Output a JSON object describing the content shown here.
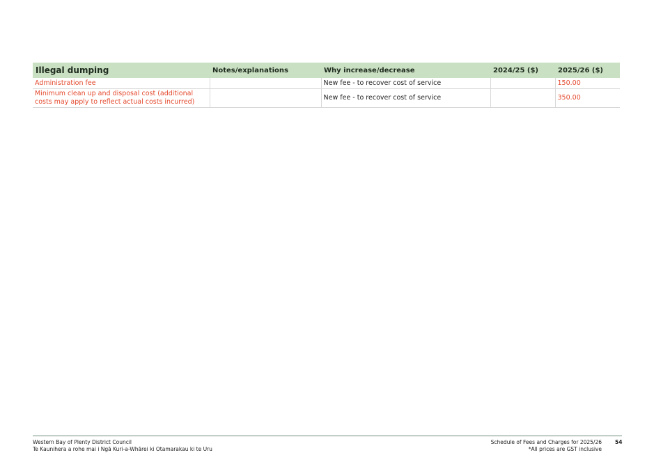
{
  "table": {
    "headers": [
      "Illegal dumping",
      "Notes/explanations",
      "Why increase/decrease",
      "2024/25 ($)",
      "2025/26 ($)"
    ],
    "rows": [
      {
        "item": "Administration fee",
        "notes": "",
        "why": "New fee - to recover cost of service",
        "fee_2024_25": "",
        "fee_2025_26": "150.00"
      },
      {
        "item": "Minimum clean up and disposal cost (additional costs may apply to reflect actual costs incurred)",
        "notes": "",
        "why": "New fee - to recover cost of service",
        "fee_2024_25": "",
        "fee_2025_26": "350.00"
      }
    ]
  },
  "footer": {
    "org_name": "Western Bay of Plenty District Council",
    "org_name_maori": "Te Kaunihera a rohe mai i Ngā Kuri-a-Whārei ki Otamarakau ki te Uru",
    "doc_title": "Schedule of Fees and Charges for 2025/26",
    "gst_note": "*All prices are GST inclusive",
    "page_number": "54"
  },
  "colors": {
    "header_bg": "#c9e0c2",
    "accent_red": "#e4492d",
    "rule": "#6b8a7a"
  }
}
